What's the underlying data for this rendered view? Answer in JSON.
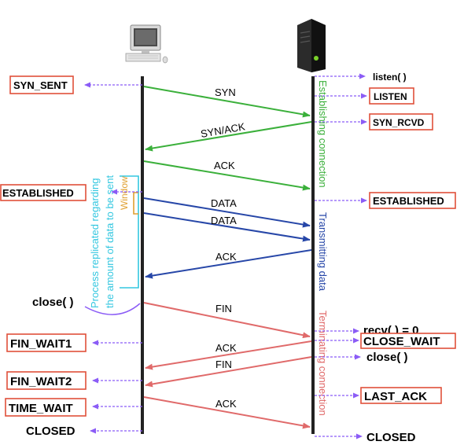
{
  "colors": {
    "timeline": "#222222",
    "green": "#3bb03b",
    "blue": "#2747a8",
    "red": "#e06a6a",
    "purple": "#8b5cf6",
    "cyan": "#33c7e0",
    "orange": "#e0a030",
    "box_border": "#e0503a"
  },
  "icons": {
    "client": "desktop-computer-icon",
    "server": "server-tower-icon"
  },
  "client_states": {
    "syn_sent": "SYN_SENT",
    "established": "ESTABLISHED",
    "close": "close( )",
    "fin_wait1": "FIN_WAIT1",
    "fin_wait2": "FIN_WAIT2",
    "time_wait": "TIME_WAIT",
    "closed": "CLOSED"
  },
  "server_states": {
    "listen_call": "listen( )",
    "listen": "LISTEN",
    "syn_rcvd": "SYN_RCVD",
    "established": "ESTABLISHED",
    "recv": "recv( ) = 0",
    "close_wait": "CLOSE_WAIT",
    "close": "close( )",
    "last_ack": "LAST_ACK",
    "closed": "CLOSED"
  },
  "messages": {
    "syn": "SYN",
    "syn_ack": "SYN/ACK",
    "ack1": "ACK",
    "data1": "DATA",
    "data2": "DATA",
    "ack2": "ACK",
    "fin1": "FIN",
    "ack3": "ACK",
    "fin2": "FIN",
    "ack4": "ACK"
  },
  "phases": {
    "establishing": "Establishing connection",
    "transmitting": "Transmitting data",
    "terminating": "Terminating connection"
  },
  "window_annotation": {
    "line1": "Process replicated regarding",
    "line2": "the amount of data to be sent",
    "window": "Window"
  }
}
